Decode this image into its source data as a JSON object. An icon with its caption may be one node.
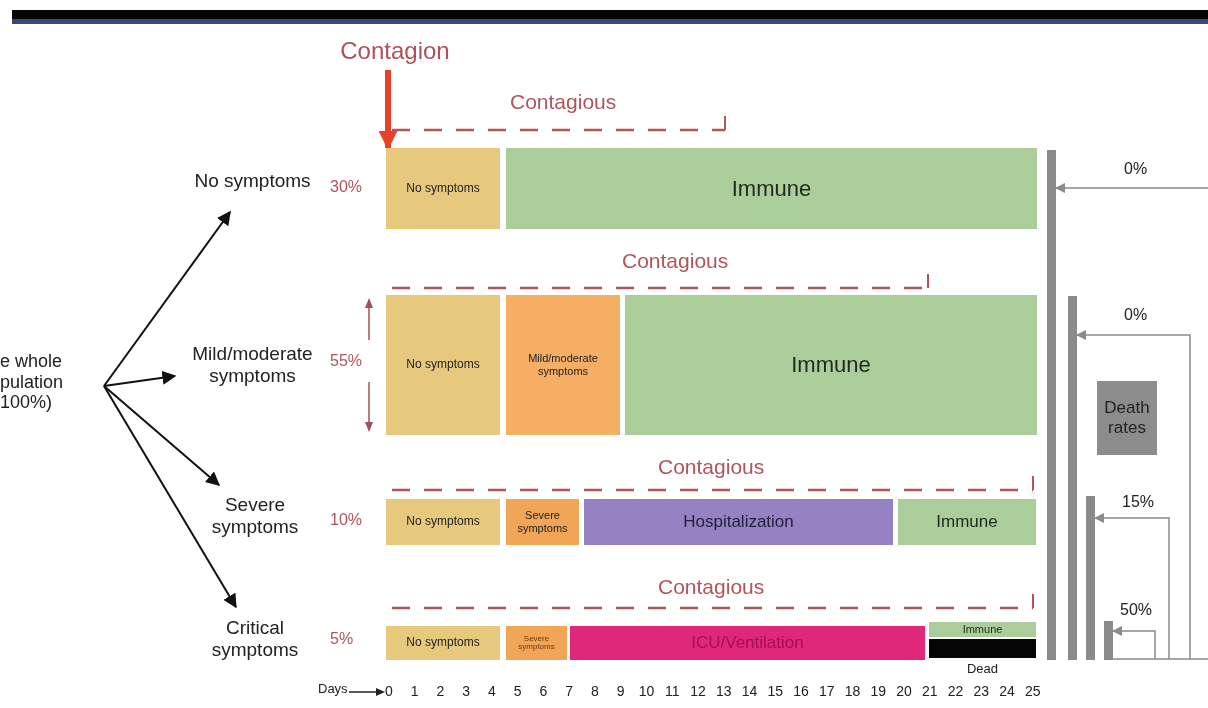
{
  "diagram": {
    "nodes": [
      {
        "text": [
          "e whole pulation 100%)"
        ]
      },
      {
        "text": [
          "No symptoms"
        ]
      },
      {
        "text": [
          "Mild/moderate symptoms"
        ]
      },
      {
        "text": [
          "Severe symptoms"
        ]
      },
      {
        "text": [
          "Critical symptoms"
        ]
      },
      {
        "text": [
          "No symptoms"
        ]
      },
      {
        "text": [
          "Immune"
        ]
      },
      {
        "text": [
          "No symptoms"
        ]
      },
      {
        "text": [
          "Mild/moderate symptoms"
        ]
      },
      {
        "text": [
          "Immune"
        ]
      },
      {
        "text": [
          "No symptoms"
        ]
      },
      {
        "text": [
          "Severe symptoms"
        ]
      },
      {
        "text": [
          "Hospitalization"
        ]
      },
      {
        "text": [
          "Immune"
        ]
      },
      {
        "text": [
          "No symptoms"
        ]
      },
      {
        "text": [
          "Severe symptoms"
        ]
      },
      {
        "text": [
          "ICU/Ventilation"
        ]
      },
      {
        "text": [
          "Immune"
        ]
      },
      {
        "text": [],
        "shape": "bar",
        "beside": [
          "Dead"
        ]
      },
      {
        "text": [
          "Contagion"
        ]
      },
      {
        "text": [
          "Death rates"
        ]
      },
      {
        "text": [],
        "shape": "bar"
      },
      {
        "text": [],
        "shape": "bar"
      },
      {
        "text": [],
        "shape": "bar"
      },
      {
        "text": [],
        "shape": "bar"
      }
    ],
    "edges": [
      {
        "from": 0,
        "to": 1,
        "arrow": "to"
      },
      {
        "from": 0,
        "to": 2,
        "arrow": "to"
      },
      {
        "from": 0,
        "to": 3,
        "arrow": "to"
      },
      {
        "from": 0,
        "to": 4,
        "arrow": "to"
      },
      {
        "from": 19,
        "to": 5,
        "arrow": "to",
        "style": "thick",
        "color": "#e8402a"
      },
      {
        "from": null,
        "to": 21,
        "arrow": "to",
        "label": "0%",
        "color": "#8a8a8a"
      },
      {
        "from": null,
        "to": 22,
        "arrow": "to",
        "label": "0%",
        "color": "#8a8a8a"
      },
      {
        "from": null,
        "to": 23,
        "arrow": "to",
        "label": "15%",
        "color": "#8a8a8a"
      },
      {
        "from": null,
        "to": 24,
        "arrow": "to",
        "label": "50%",
        "color": "#8a8a8a"
      }
    ],
    "labels": [
      "Contagious",
      "30%",
      "Contagious",
      "55%",
      "Contagious",
      "10%",
      "Contagious",
      "5%",
      "Days",
      "0",
      "1",
      "2",
      "3",
      "4",
      "5",
      "6",
      "7",
      "8",
      "9",
      "10",
      "11",
      "12",
      "13",
      "14",
      "15",
      "16",
      "17",
      "18",
      "19",
      "20",
      "21",
      "22",
      "23",
      "24",
      "25"
    ]
  }
}
